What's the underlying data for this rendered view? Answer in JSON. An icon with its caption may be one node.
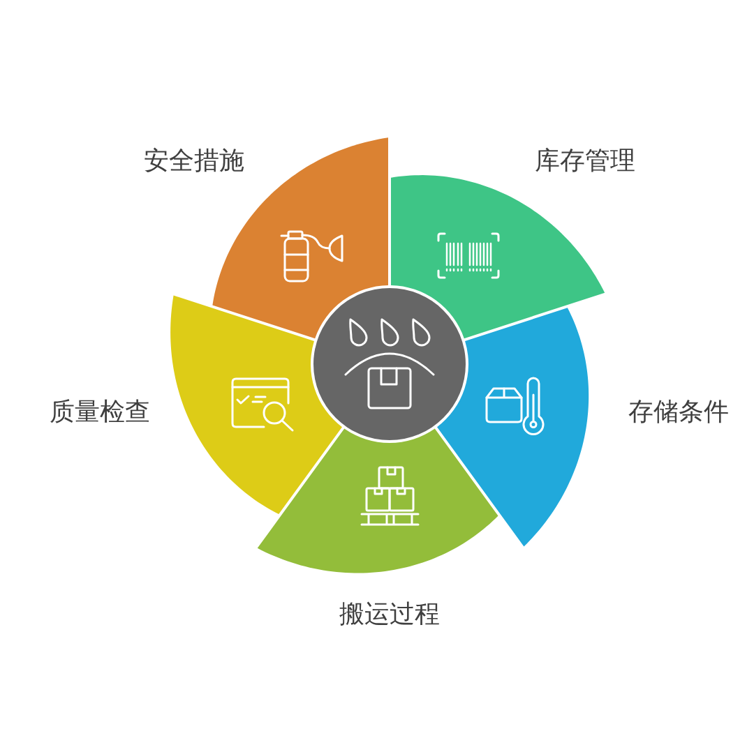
{
  "diagram": {
    "nodes": [
      {
        "text": [],
        "shape": "circle"
      },
      {
        "text": [
          "库存管理"
        ]
      },
      {
        "text": [
          "存储条件"
        ]
      },
      {
        "text": [
          "搬运过程"
        ]
      },
      {
        "text": [
          "质量检查"
        ]
      },
      {
        "text": [
          "安全措施"
        ]
      }
    ]
  }
}
